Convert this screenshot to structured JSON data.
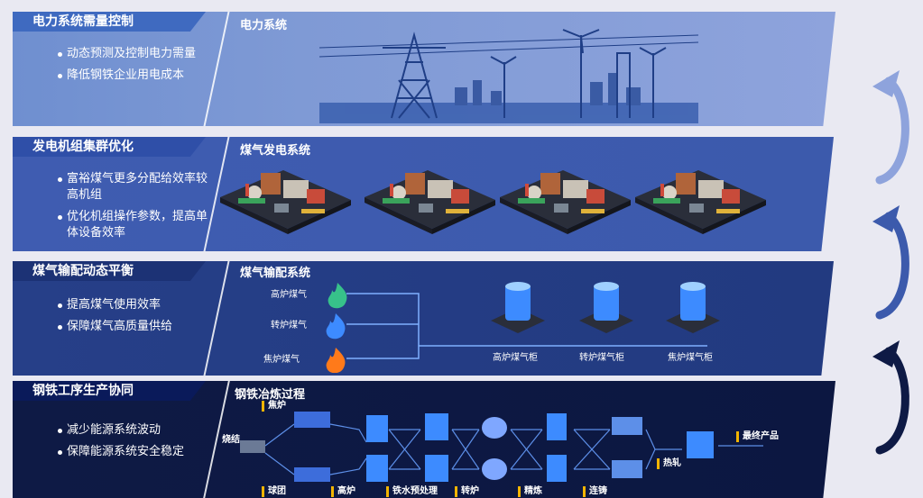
{
  "layers": [
    {
      "tag": "电力系统需量控制",
      "bullets": [
        "动态预测及控制电力需量",
        "降低钢铁企业用电成本"
      ],
      "title": "电力系统"
    },
    {
      "tag": "发电机组集群优化",
      "bullets": [
        "富裕煤气更多分配给效率较高机组",
        "优化机组操作参数，提高单体设备效率"
      ],
      "title": "煤气发电系统"
    },
    {
      "tag": "煤气输配动态平衡",
      "bullets": [
        "提高煤气使用效率",
        "保障煤气高质量供给"
      ],
      "title": "煤气输配系统"
    },
    {
      "tag": "钢铁工序生产协同",
      "bullets": [
        "减少能源系统波动",
        "保障能源系统安全稳定"
      ],
      "title": "钢铁冶炼过程"
    }
  ],
  "gas": {
    "sources": [
      "高炉煤气",
      "转炉煤气",
      "焦炉煤气"
    ],
    "holders": [
      "高炉煤气柜",
      "转炉煤气柜",
      "焦炉煤气柜"
    ]
  },
  "process": {
    "sinter": "烧结",
    "coke": "焦炉",
    "pellet": "球团",
    "bf": "高炉",
    "pretreat": "铁水预处理",
    "converter": "转炉",
    "refine": "精炼",
    "caster": "连铸",
    "rolling": "热轧",
    "final": "最终产品"
  },
  "colors": {
    "flame_orange": "#ff7a1a",
    "flame_blue": "#3d8bff",
    "flame_green": "#37c28a",
    "accent_yellow": "#f2b400"
  }
}
